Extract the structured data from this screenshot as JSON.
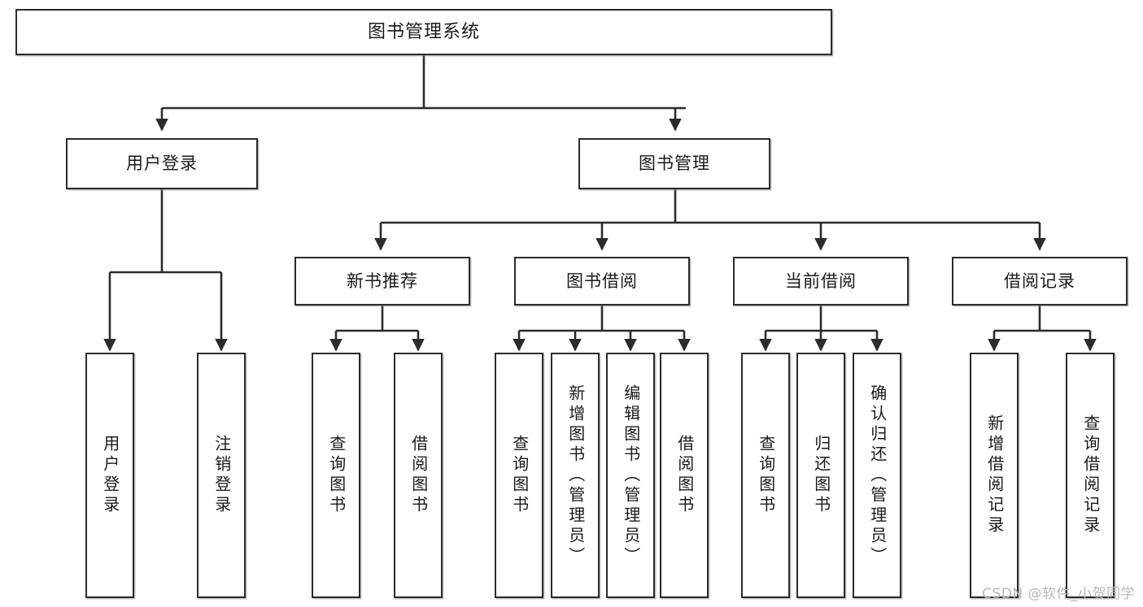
{
  "diagram": {
    "title": "图书管理系统",
    "type": "tree-hierarchy",
    "watermark": "CSDN @软件_小贺同学",
    "colors": {
      "background": "#ffffff",
      "box_border": "#2b2b2b",
      "box_fill": "#ffffff",
      "edge": "#2b2b2b",
      "watermark": "#b7b7b7"
    },
    "root": {
      "label": "图书管理系统"
    },
    "level2": [
      {
        "label": "用户登录"
      },
      {
        "label": "图书管理"
      }
    ],
    "level3": [
      {
        "label": "新书推荐"
      },
      {
        "label": "图书借阅"
      },
      {
        "label": "当前借阅"
      },
      {
        "label": "借阅记录"
      }
    ],
    "leaves": {
      "user_login": [
        {
          "label": "用户登录"
        },
        {
          "label": "注销登录"
        }
      ],
      "new_book_recommend": [
        {
          "label": "查询图书"
        },
        {
          "label": "借阅图书"
        }
      ],
      "book_borrow": [
        {
          "label": "查询图书"
        },
        {
          "label": "新增图书（管理员）"
        },
        {
          "label": "编辑图书（管理员）"
        },
        {
          "label": "借阅图书"
        }
      ],
      "current_borrow": [
        {
          "label": "查询图书"
        },
        {
          "label": "归还图书"
        },
        {
          "label": "确认归还（管理员）"
        }
      ],
      "borrow_record": [
        {
          "label": "新增借阅记录"
        },
        {
          "label": "查询借阅记录"
        }
      ]
    }
  }
}
